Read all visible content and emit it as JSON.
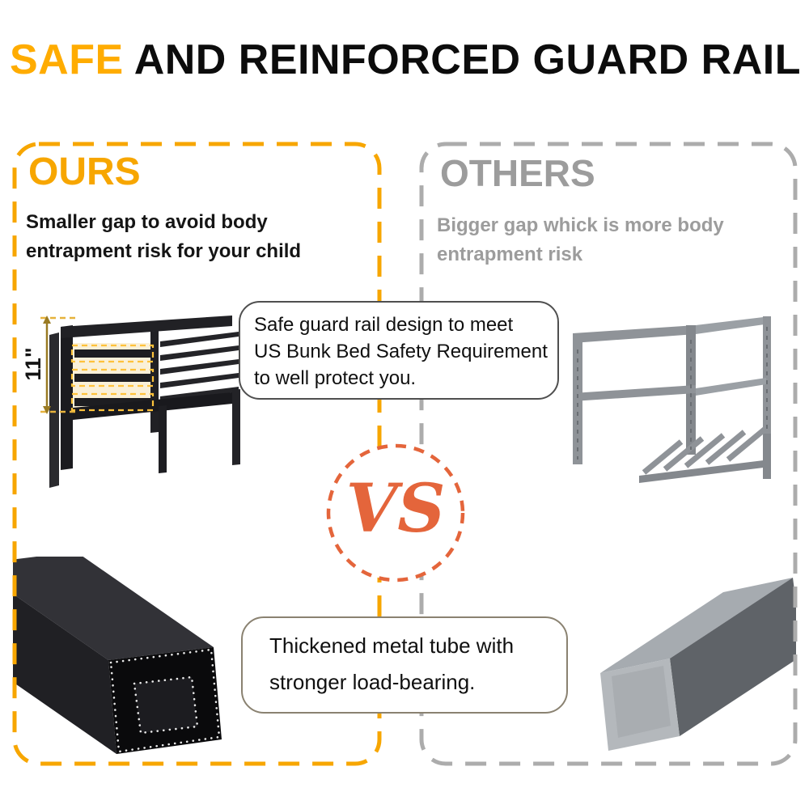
{
  "title": {
    "highlight": "SAFE",
    "rest": " AND REINFORCED GUARD RAIL"
  },
  "panels": {
    "ours": {
      "label": "OURS",
      "description": [
        "Smaller gap to avoid body",
        "entrapment risk for your child"
      ],
      "measurement": "11\"",
      "accent_color": "#F7A600",
      "highlight_dash_color": "#FFC23B"
    },
    "others": {
      "label": "OTHERS",
      "description": [
        "Bigger gap whick is more body",
        "entrapment risk"
      ],
      "accent_color": "#9C9C9C"
    }
  },
  "vs_badge": {
    "label": "VS",
    "color": "#E4653B"
  },
  "callouts": {
    "safety": {
      "lines": [
        "Safe guard rail design to meet",
        "US Bunk Bed Safety Requirement",
        "to well protect you."
      ]
    },
    "tube": {
      "lines": [
        "Thickened metal tube with",
        "stronger load-bearing."
      ]
    }
  },
  "illustrations": {
    "ours_bed": "black-guard-rail-bed-illustration",
    "others_bed": "gray-guard-rail-bed-illustration",
    "ours_tube": "black-thick-metal-tube-illustration",
    "others_tube": "gray-metal-tube-illustration"
  },
  "colors": {
    "title_highlight": "#FFAC00",
    "ours_border": "#F7A600",
    "others_border": "#ACACAC",
    "vs_orange": "#E4653B"
  }
}
